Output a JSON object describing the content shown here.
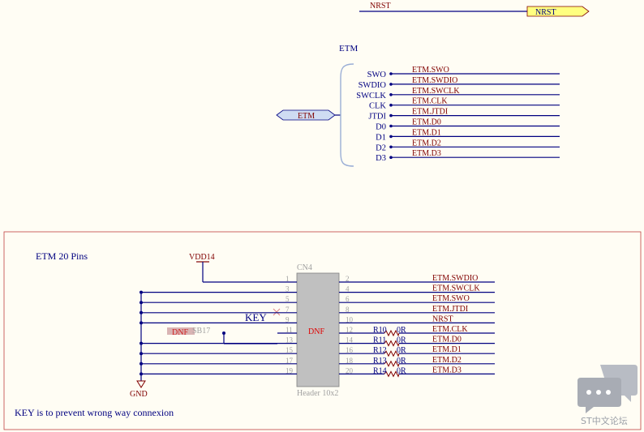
{
  "nrst_port": {
    "net_label": "NRST",
    "port_label": "NRST"
  },
  "etm_bus": {
    "title": "ETM",
    "port_label": "ETM",
    "pins": [
      {
        "pin": "SWO",
        "net": "ETM.SWO"
      },
      {
        "pin": "SWDIO",
        "net": "ETM.SWDIO"
      },
      {
        "pin": "SWCLK",
        "net": "ETM.SWCLK"
      },
      {
        "pin": "CLK",
        "net": "ETM.CLK"
      },
      {
        "pin": "JTDI",
        "net": "ETM.JTDI"
      },
      {
        "pin": "D0",
        "net": "ETM.D0"
      },
      {
        "pin": "D1",
        "net": "ETM.D1"
      },
      {
        "pin": "D2",
        "net": "ETM.D2"
      },
      {
        "pin": "D3",
        "net": "ETM.D3"
      }
    ]
  },
  "connector_box": {
    "title": "ETM 20 Pins",
    "power_label": "VDD14",
    "ground_label": "GND",
    "key_label": "KEY",
    "footnote": "KEY is  to prevent wrong way connexion",
    "header": {
      "designator": "CN4",
      "value": "DNF",
      "footprint": "Header 10x2"
    },
    "solder_bridge": {
      "designator": "SB17",
      "value": "DNF"
    },
    "left_pins": [
      "1",
      "3",
      "5",
      "7",
      "9",
      "11",
      "13",
      "15",
      "17",
      "19"
    ],
    "right_pins": [
      "2",
      "4",
      "6",
      "8",
      "10",
      "12",
      "14",
      "16",
      "18",
      "20"
    ],
    "right_nets": [
      "ETM.SWDIO",
      "ETM.SWCLK",
      "ETM.SWO",
      "ETM.JTDI",
      "NRST",
      "ETM.CLK",
      "ETM.D0",
      "ETM.D1",
      "ETM.D2",
      "ETM.D3"
    ],
    "resistors": [
      {
        "ref": "R10",
        "value": "0R"
      },
      {
        "ref": "R11",
        "value": "0R"
      },
      {
        "ref": "R12",
        "value": "0R"
      },
      {
        "ref": "R13",
        "value": "0R"
      },
      {
        "ref": "R14",
        "value": "0R"
      }
    ]
  },
  "watermark": "ST中文论坛"
}
